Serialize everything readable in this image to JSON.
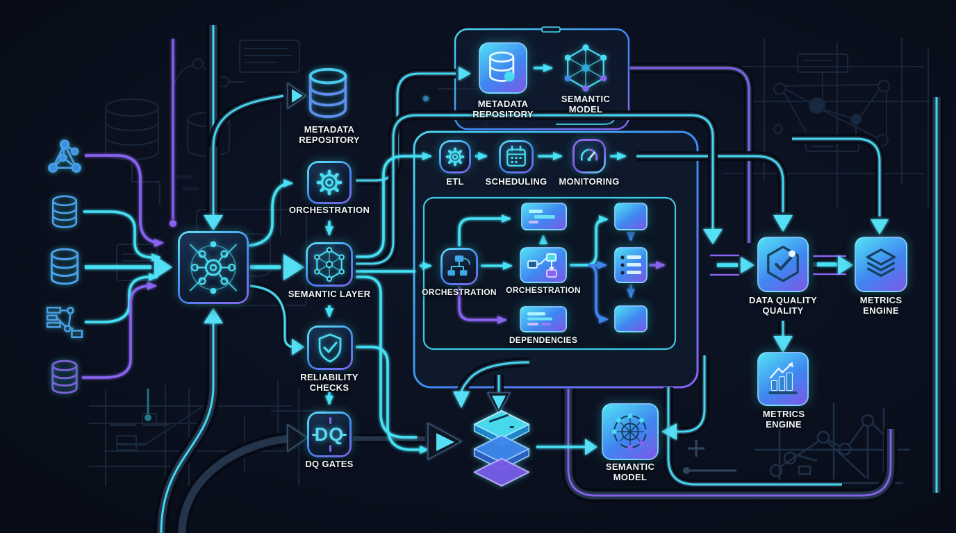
{
  "palette": {
    "background": "#0a101e",
    "cyan": "#46e1f6",
    "blue": "#3f86f0",
    "purple": "#8a63f0",
    "panel": "#0d1a2d",
    "label": "#f2f7fb"
  },
  "sources": {
    "items": [
      {
        "icon": "graph-network-icon"
      },
      {
        "icon": "database-icon"
      },
      {
        "icon": "database-icon"
      },
      {
        "icon": "flowchart-icon"
      },
      {
        "icon": "database-icon"
      }
    ]
  },
  "hub": {
    "icon": "hub-spoke-icon"
  },
  "stage_column": {
    "metadata_repository": {
      "label": "METADATA\nREPOSITORY",
      "icon": "database-icon"
    },
    "orchestration": {
      "label": "ORCHESTRATION",
      "icon": "gear-icon"
    },
    "semantic_layer": {
      "label": "SEMANTIC LAYER",
      "icon": "network-mesh-icon"
    },
    "reliability_checks": {
      "label": "RELIABILITY\nCHECKS",
      "icon": "shield-check-icon"
    },
    "dq_gates": {
      "label": "DQ GATES",
      "icon_text": "DQ"
    }
  },
  "top_box": {
    "metadata_repository": {
      "label": "METADATA\nREPOSITORY",
      "icon": "database-icon"
    },
    "semantic_model": {
      "label": "SEMANTIC\nMODEL",
      "icon": "network-mesh-icon"
    }
  },
  "pipeline_box": {
    "etl": {
      "label": "ETL",
      "icon": "gear-icon"
    },
    "scheduling": {
      "label": "SCHEDULING",
      "icon": "calendar-icon"
    },
    "monitoring": {
      "label": "MONITORING",
      "icon": "gauge-icon"
    },
    "inner_box": {
      "orchestration_a": {
        "label": "ORCHESTRATION",
        "icon": "hierarchy-icon"
      },
      "orchestration_b": {
        "label": "ORCHESTRATION",
        "icon": "flow-steps-icon"
      },
      "dependencies": {
        "label": "DEPENDENCIES",
        "icon": "list-lines-icon"
      },
      "task_card_top": {
        "icon": "list-lines-icon"
      },
      "task_card_right_top": {
        "icon": "card"
      },
      "task_list_right": {
        "icon": "bullet-list-icon"
      },
      "task_card_right_bottom": {
        "icon": "card"
      }
    }
  },
  "right_column": {
    "data_quality": {
      "label": "DATA QUALITY\nQUALITY",
      "icon": "hex-shield-check-icon"
    },
    "metrics_engine_upper": {
      "label": "METRICS\nENGINE",
      "icon": "stacked-layers-icon"
    },
    "metrics_engine_lower": {
      "label": "METRICS\nENGINE",
      "icon": "bar-chart-icon"
    }
  },
  "bottom_row": {
    "warehouse_stack": {
      "icon": "iso-layers-icon"
    },
    "semantic_model": {
      "label": "SEMANTIC\nMODEL",
      "icon": "radial-network-icon"
    }
  }
}
